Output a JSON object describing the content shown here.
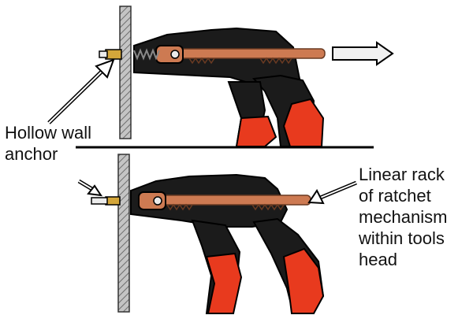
{
  "labels": {
    "anchor": [
      "Hollow wall",
      "anchor"
    ],
    "rack": [
      "Linear rack",
      "of ratchet",
      "mechanism",
      "within tools",
      "head"
    ]
  },
  "colors": {
    "tool_body": "#1b1b1b",
    "tool_outline": "#000000",
    "grip_accent": "#e83a1e",
    "rack": "#cd7a52",
    "rack_dark": "#8a4a2c",
    "wall": "#a8a8a8",
    "arrow_fill": "#f0f0f0"
  }
}
